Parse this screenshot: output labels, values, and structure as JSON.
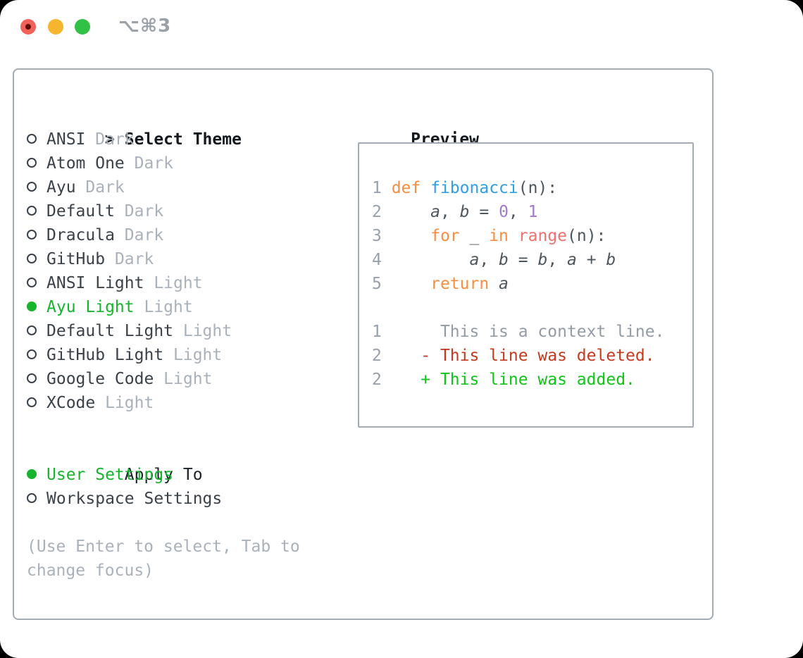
{
  "window": {
    "title": "⌥⌘3",
    "traffic_lights": [
      {
        "name": "close",
        "color": "#f2605a",
        "dot_color": "#5f0b06"
      },
      {
        "name": "minimize",
        "color": "#f5b52e"
      },
      {
        "name": "zoom",
        "color": "#30c146"
      }
    ]
  },
  "theme_panel": {
    "focus_caret": ">",
    "title": "Select Theme",
    "themes": [
      {
        "name": "ANSI",
        "variant": "Dark",
        "selected": false
      },
      {
        "name": "Atom One",
        "variant": "Dark",
        "selected": false
      },
      {
        "name": "Ayu",
        "variant": "Dark",
        "selected": false
      },
      {
        "name": "Default",
        "variant": "Dark",
        "selected": false
      },
      {
        "name": "Dracula",
        "variant": "Dark",
        "selected": false
      },
      {
        "name": "GitHub",
        "variant": "Dark",
        "selected": false
      },
      {
        "name": "ANSI Light",
        "variant": "Light",
        "selected": false
      },
      {
        "name": "Ayu Light",
        "variant": "Light",
        "selected": true
      },
      {
        "name": "Default Light",
        "variant": "Light",
        "selected": false
      },
      {
        "name": "GitHub Light",
        "variant": "Light",
        "selected": false
      },
      {
        "name": "Google Code",
        "variant": "Light",
        "selected": false
      },
      {
        "name": "XCode",
        "variant": "Light",
        "selected": false
      }
    ],
    "apply_to": {
      "title": "Apply To",
      "options": [
        {
          "name": "User Settings",
          "selected": true
        },
        {
          "name": "Workspace Settings",
          "selected": false
        }
      ]
    },
    "help_text": "(Use Enter to select, Tab to change focus)"
  },
  "preview": {
    "title": "Preview",
    "code_lines": [
      {
        "num": "1",
        "tokens": [
          {
            "c": "kw",
            "t": "def"
          },
          {
            "c": "plain",
            "t": " "
          },
          {
            "c": "fn",
            "t": "fibonacci"
          },
          {
            "c": "plain",
            "t": "(n):"
          }
        ]
      },
      {
        "num": "2",
        "tokens": [
          {
            "c": "plain",
            "t": "    "
          },
          {
            "c": "var",
            "t": "a"
          },
          {
            "c": "plain",
            "t": ", "
          },
          {
            "c": "var",
            "t": "b"
          },
          {
            "c": "plain",
            "t": " = "
          },
          {
            "c": "num",
            "t": "0"
          },
          {
            "c": "plain",
            "t": ", "
          },
          {
            "c": "num",
            "t": "1"
          }
        ]
      },
      {
        "num": "3",
        "tokens": [
          {
            "c": "plain",
            "t": "    "
          },
          {
            "c": "kw",
            "t": "for"
          },
          {
            "c": "plain",
            "t": " _ "
          },
          {
            "c": "kw",
            "t": "in"
          },
          {
            "c": "plain",
            "t": " "
          },
          {
            "c": "bi",
            "t": "range"
          },
          {
            "c": "plain",
            "t": "(n):"
          }
        ]
      },
      {
        "num": "4",
        "tokens": [
          {
            "c": "plain",
            "t": "        "
          },
          {
            "c": "var",
            "t": "a"
          },
          {
            "c": "plain",
            "t": ", "
          },
          {
            "c": "var",
            "t": "b"
          },
          {
            "c": "plain",
            "t": " = "
          },
          {
            "c": "var",
            "t": "b"
          },
          {
            "c": "plain",
            "t": ", "
          },
          {
            "c": "var",
            "t": "a"
          },
          {
            "c": "plain",
            "t": " + "
          },
          {
            "c": "var",
            "t": "b"
          }
        ]
      },
      {
        "num": "5",
        "tokens": [
          {
            "c": "plain",
            "t": "    "
          },
          {
            "c": "kw",
            "t": "return"
          },
          {
            "c": "plain",
            "t": " "
          },
          {
            "c": "var",
            "t": "a"
          }
        ]
      }
    ],
    "diff_lines": [
      {
        "num": "1",
        "type": "context",
        "text": "      This is a context line."
      },
      {
        "num": "2",
        "type": "deleted",
        "text": "    - This line was deleted."
      },
      {
        "num": "2",
        "type": "added",
        "text": "    + This line was added."
      }
    ]
  },
  "colors": {
    "border": "#a3abb5",
    "heading": "#14191f",
    "text_dark": "#3a4149",
    "muted": "#a9b1bb",
    "accent_green": "#17b42e",
    "line_number": "#98a1ab",
    "code_plain": "#4e565e",
    "keyword": "#fa8d3e",
    "function": "#2f9fe6",
    "builtin": "#f07171",
    "number": "#a37acc",
    "context": "#939ca6",
    "diff_deleted": "#c53a1e",
    "diff_added": "#0fc516",
    "title_gray": "#9aa1a8",
    "traffic_red": "#f2605a",
    "traffic_red_dot": "#5f0b06",
    "traffic_yellow": "#f5b52e",
    "traffic_green": "#30c146"
  }
}
